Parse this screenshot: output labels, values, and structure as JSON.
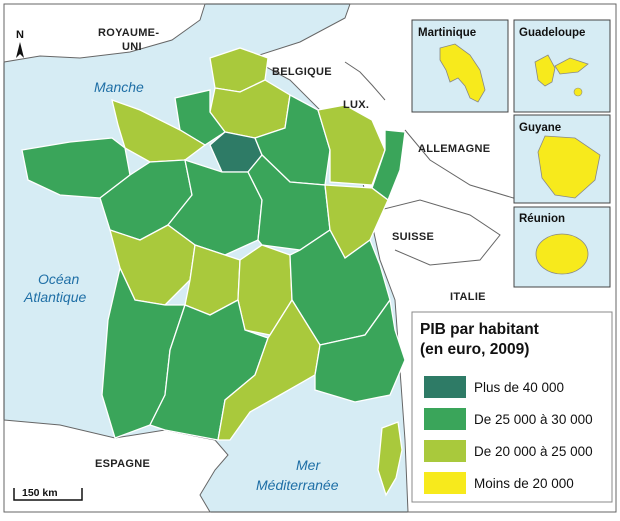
{
  "colors": {
    "sea": "#d6ecf4",
    "land": "#ffffff",
    "border": "#555555",
    "c_high": "#2e7b66",
    "c_mid_high": "#3aa55a",
    "c_mid_low": "#a9c93c",
    "c_low": "#f7ea1c"
  },
  "north": "N",
  "scale_label": "150 km",
  "countries": {
    "uk": "ROYAUME-",
    "uk2": "UNI",
    "belgique": "BELGIQUE",
    "lux": "LUX.",
    "allemagne": "ALLEMAGNE",
    "suisse": "SUISSE",
    "italie": "ITALIE",
    "espagne": "ESPAGNE"
  },
  "seas": {
    "manche": "Manche",
    "ocean1": "Océan",
    "ocean2": "Atlantique",
    "mer1": "Mer",
    "mer2": "Méditerranée"
  },
  "insets": {
    "martinique": "Martinique",
    "guadeloupe": "Guadeloupe",
    "guyane": "Guyane",
    "reunion": "Réunion"
  },
  "legend": {
    "title1": "PIB par habitant",
    "title2": "(en euro, 2009)",
    "items": [
      {
        "label": "Plus de 40 000",
        "color": "#2e7b66"
      },
      {
        "label": "De 25 000 à 30 000",
        "color": "#3aa55a"
      },
      {
        "label": "De 20 000 à 25 000",
        "color": "#a9c93c"
      },
      {
        "label": "Moins de 20 000",
        "color": "#f7ea1c"
      }
    ]
  }
}
